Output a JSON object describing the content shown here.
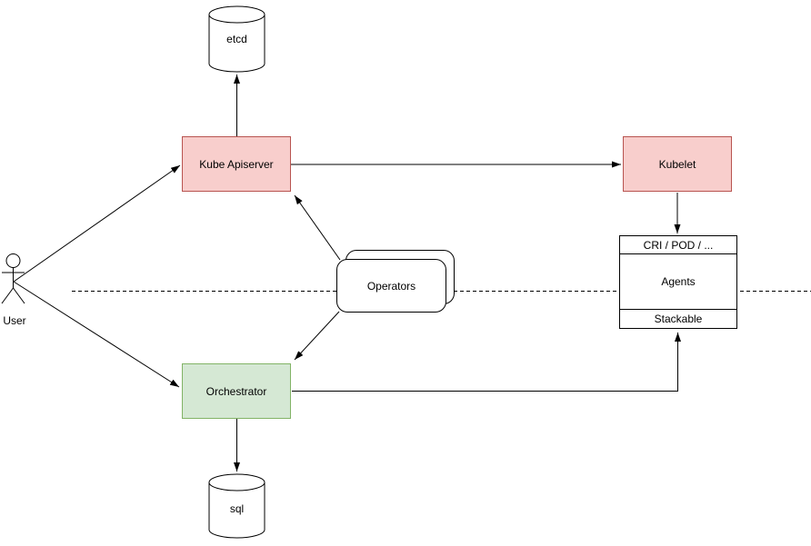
{
  "nodes": {
    "etcd": {
      "label": "etcd",
      "shape": "cylinder"
    },
    "kube_apiserver": {
      "label": "Kube Apiserver",
      "fill": "#f8cecc",
      "stroke": "#b85450"
    },
    "kubelet": {
      "label": "Kubelet",
      "fill": "#f8cecc",
      "stroke": "#b85450"
    },
    "operators": {
      "label": "Operators",
      "shape": "stacked-rounded-rect"
    },
    "orchestrator": {
      "label": "Orchestrator",
      "fill": "#d5e8d4",
      "stroke": "#82b366"
    },
    "sql": {
      "label": "sql",
      "shape": "cylinder"
    },
    "user": {
      "label": "User",
      "shape": "actor"
    },
    "agents_stack": {
      "top": "CRI / POD / ...",
      "middle": "Agents",
      "bottom": "Stackable"
    }
  },
  "edges": [
    {
      "from": "user",
      "to": "kube_apiserver",
      "arrow": "end"
    },
    {
      "from": "user",
      "to": "orchestrator",
      "arrow": "end"
    },
    {
      "from": "kube_apiserver",
      "to": "etcd",
      "arrow": "end"
    },
    {
      "from": "kube_apiserver",
      "to": "kubelet",
      "arrow": "end"
    },
    {
      "from": "kubelet",
      "to": "agents_stack",
      "arrow": "end"
    },
    {
      "from": "operators",
      "to": "kube_apiserver",
      "arrow": "end"
    },
    {
      "from": "operators",
      "to": "orchestrator",
      "arrow": "end"
    },
    {
      "from": "orchestrator",
      "to": "agents_stack",
      "arrow": "end"
    },
    {
      "from": "orchestrator",
      "to": "sql",
      "arrow": "end"
    }
  ],
  "separator": {
    "style": "dashed",
    "orientation": "horizontal"
  },
  "colors": {
    "control_plane_fill": "#f8cecc",
    "control_plane_stroke": "#b85450",
    "orchestrator_fill": "#d5e8d4",
    "orchestrator_stroke": "#82b366",
    "shape_fill": "#ffffff",
    "line": "#000000"
  }
}
